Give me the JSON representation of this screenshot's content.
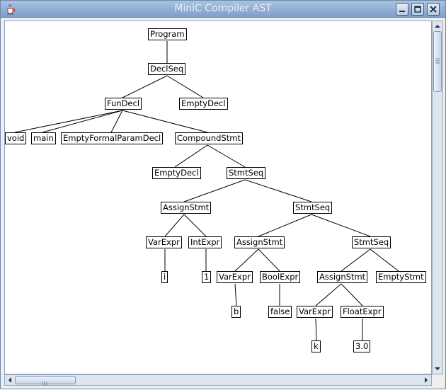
{
  "window": {
    "title": "MiniC Compiler AST"
  },
  "icons": {
    "app": "java-cup-icon",
    "minimize": "minimize-icon",
    "maximize": "maximize-icon",
    "close": "close-icon"
  },
  "ast": {
    "program": "Program",
    "declseq": "DeclSeq",
    "fundecl": "FunDecl",
    "emptydecl_top": "EmptyDecl",
    "void": "void",
    "main": "main",
    "emptyformal": "EmptyFormalParamDecl",
    "compound": "CompoundStmt",
    "emptydecl_inner": "EmptyDecl",
    "stmtseq1": "StmtSeq",
    "assign1": "AssignStmt",
    "stmtseq2": "StmtSeq",
    "varexpr1": "VarExpr",
    "intexpr": "IntExpr",
    "id_i": "i",
    "lit_1": "1",
    "assign2": "AssignStmt",
    "stmtseq3": "StmtSeq",
    "varexpr2": "VarExpr",
    "boolexpr": "BoolExpr",
    "id_b": "b",
    "lit_false": "false",
    "assign3": "AssignStmt",
    "emptystmt": "EmptyStmt",
    "varexpr3": "VarExpr",
    "floatexpr": "FloatExpr",
    "id_k": "k",
    "lit_3": "3.0"
  }
}
